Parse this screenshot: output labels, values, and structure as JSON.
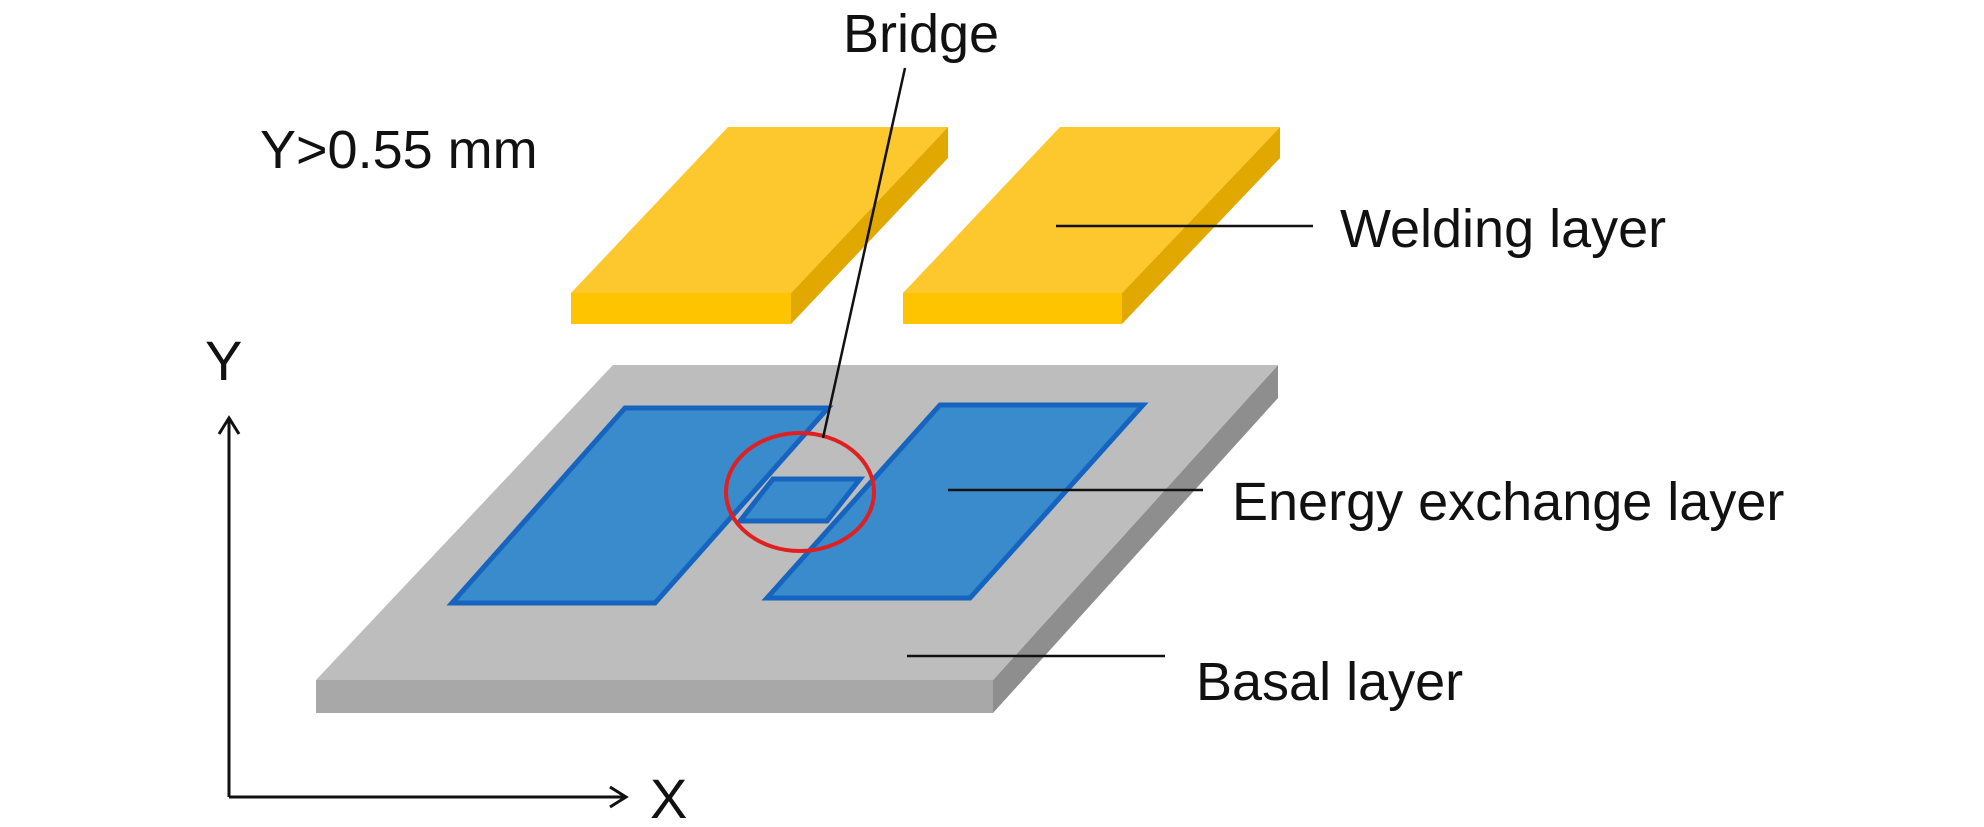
{
  "labels": {
    "bridge": "Bridge",
    "condition": "Y>0.55 mm",
    "welding_layer": "Welding layer",
    "energy_layer": "Energy exchange layer",
    "basal_layer": "Basal layer",
    "axis_x": "X",
    "axis_y": "Y"
  },
  "colors": {
    "welding_top": "#FDC72E",
    "welding_side": "#E0A800",
    "welding_front": "#FFC400",
    "energy_fill": "#3A8BCB",
    "energy_edge": "#1565C0",
    "basal_top": "#BDBDBD",
    "basal_side": "#8E8E8E",
    "basal_front": "#A8A8A8",
    "highlight_ring": "#E02020",
    "text": "#111111"
  }
}
